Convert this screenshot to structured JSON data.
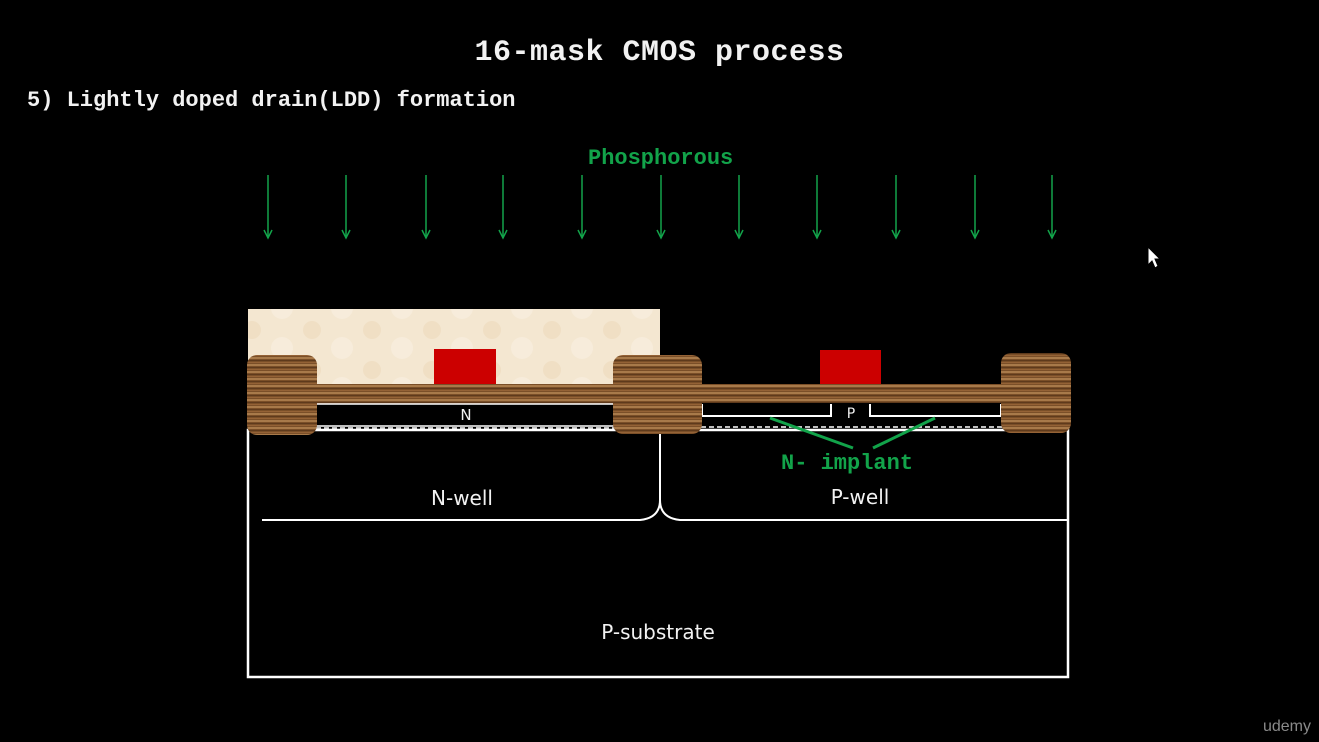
{
  "slide": {
    "title": "16-mask CMOS process",
    "step": "5) Lightly doped drain(LDD) formation"
  },
  "diagram": {
    "implant_species": "Phosphorous",
    "implant_annotation": "N- implant",
    "labels": {
      "n_region": "N",
      "p_region": "P",
      "n_well": "N-well",
      "p_well": "P-well",
      "substrate": "P-substrate"
    }
  },
  "watermark": "udemy",
  "colors": {
    "background": "#000000",
    "implant_green": "#12a34a",
    "gate_red": "#cc0000",
    "oxide_brown": "#8b5a2b",
    "photoresist": "#f3e6cf",
    "outline": "#ffffff"
  },
  "icons": {
    "cursor": "mouse-pointer-icon"
  }
}
